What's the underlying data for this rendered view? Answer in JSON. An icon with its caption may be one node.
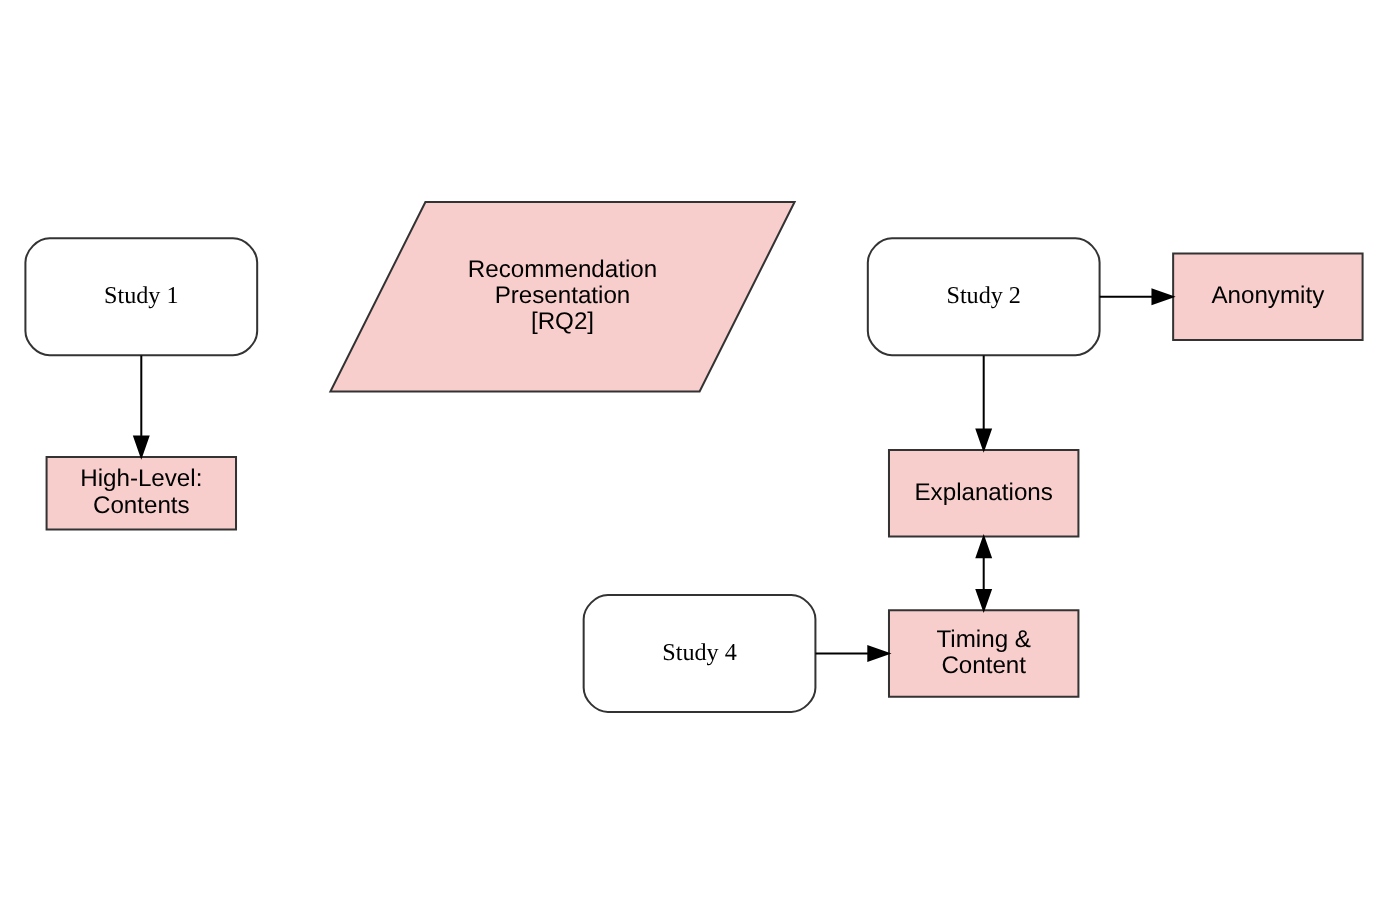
{
  "diagram": {
    "nodes": [
      {
        "text": [
          "Study 1"
        ]
      },
      {
        "text": [
          "High-Level: Contents"
        ]
      },
      {
        "text": [
          "Recommendation Presentation [RQ2]"
        ]
      },
      {
        "text": [
          "Anonymity"
        ]
      },
      {
        "text": [
          "Explanations"
        ]
      },
      {
        "text": [
          "Study 2"
        ]
      },
      {
        "text": [
          "Timing & Content"
        ]
      },
      {
        "text": [
          "Study 4"
        ]
      }
    ],
    "edges": [
      {
        "from": 0,
        "to": 1,
        "arrow": "to"
      },
      {
        "from": 5,
        "to": 3,
        "arrow": "to"
      },
      {
        "from": 5,
        "to": 4,
        "arrow": "to"
      },
      {
        "from": 4,
        "to": 6,
        "arrow": "both"
      },
      {
        "from": 7,
        "to": 6,
        "arrow": "to"
      }
    ]
  }
}
